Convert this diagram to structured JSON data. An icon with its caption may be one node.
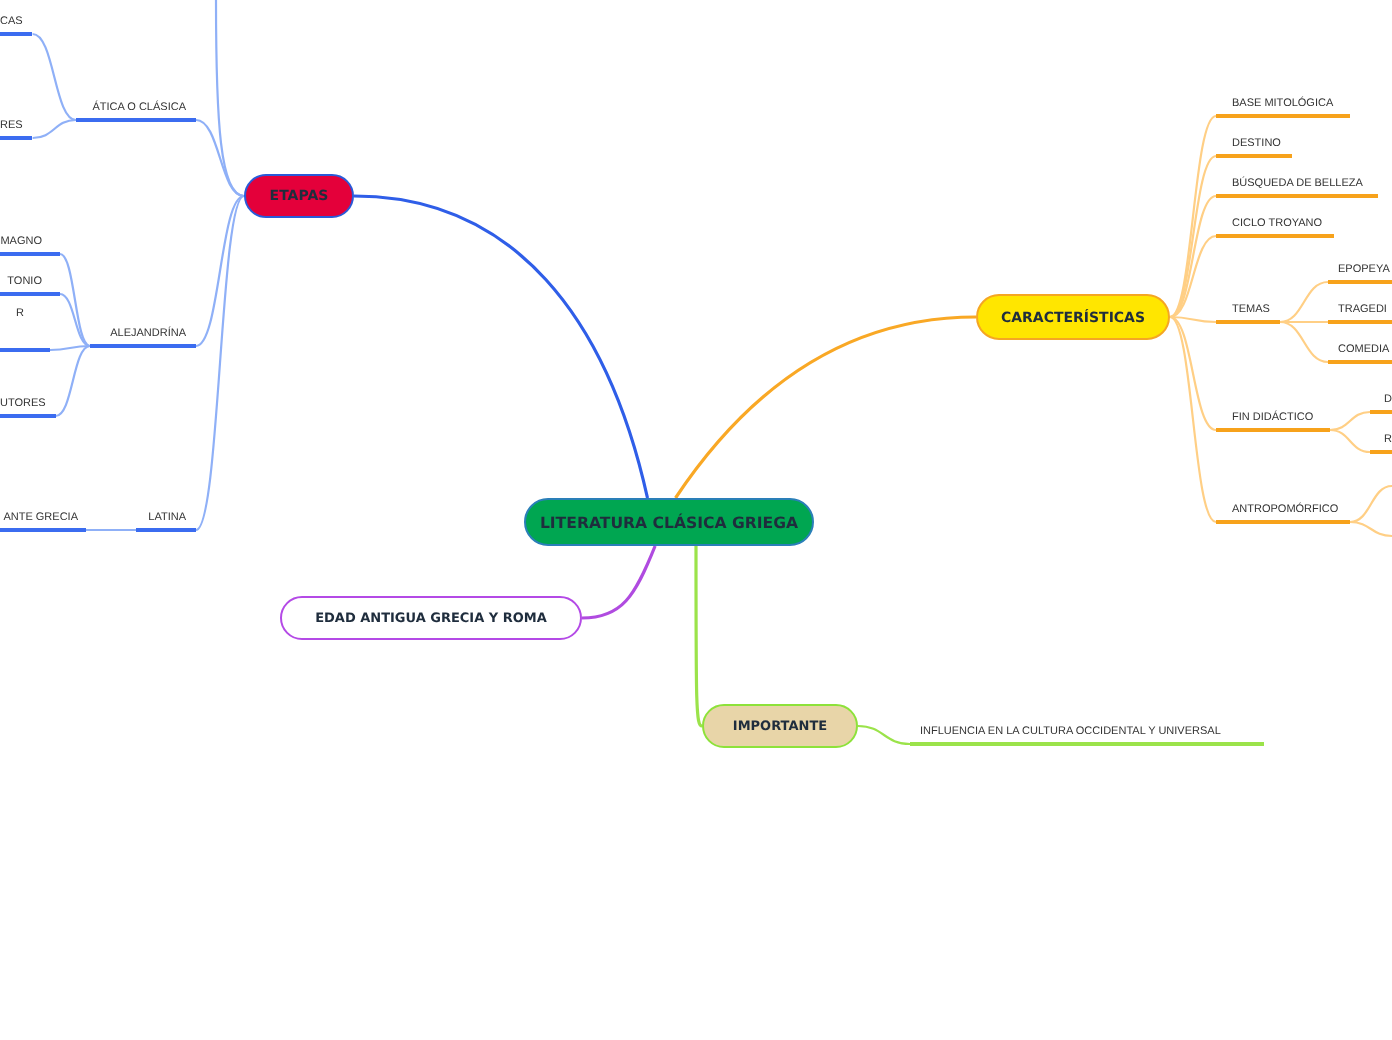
{
  "diagram": {
    "nodes": [
      {
        "text": [
          "LITERATURA CLÁSICA GRIEGA"
        ]
      },
      {
        "text": [
          "ETAPAS"
        ]
      },
      {
        "text": [
          "ÁTICA O CLÁSICA"
        ]
      },
      {
        "text": [
          "CAS"
        ]
      },
      {
        "text": [
          "RES"
        ]
      },
      {
        "text": [
          "ALEJANDRÍNA"
        ]
      },
      {
        "text": [
          "MAGNO"
        ]
      },
      {
        "text": [
          "TONIO"
        ]
      },
      {
        "text": [
          "R"
        ]
      },
      {
        "text": [
          "UTORES"
        ]
      },
      {
        "text": [
          "LATINA"
        ]
      },
      {
        "text": [
          "ANTE GRECIA"
        ]
      },
      {
        "text": [
          "EDAD ANTIGUA GRECIA Y ROMA"
        ]
      },
      {
        "text": [
          "CARACTERÍSTICAS"
        ]
      },
      {
        "text": [
          "BASE MITOLÓGICA"
        ]
      },
      {
        "text": [
          "DESTINO"
        ]
      },
      {
        "text": [
          "BÚSQUEDA DE BELLEZA"
        ]
      },
      {
        "text": [
          "CICLO TROYANO"
        ]
      },
      {
        "text": [
          "TEMAS"
        ]
      },
      {
        "text": [
          "EPOPEYA"
        ]
      },
      {
        "text": [
          "TRAGEDI"
        ]
      },
      {
        "text": [
          "COMEDIA"
        ]
      },
      {
        "text": [
          "FIN DIDÁCTICO"
        ]
      },
      {
        "text": [
          "D"
        ]
      },
      {
        "text": [
          "R"
        ]
      },
      {
        "text": [
          "ANTROPOMÓRFICO"
        ]
      },
      {
        "text": [
          "IMPORTANTE"
        ]
      },
      {
        "text": [
          "INFLUENCIA EN LA CULTURA OCCIDENTAL Y UNIVERSAL"
        ]
      }
    ],
    "edges": [
      {
        "from": 0,
        "to": 1,
        "arrow": "none",
        "color": "#2f5ee8"
      },
      {
        "from": 1,
        "to": 2,
        "arrow": "none",
        "color": "#8fb0f7"
      },
      {
        "from": 2,
        "to": 3,
        "arrow": "none",
        "color": "#8fb0f7"
      },
      {
        "from": 2,
        "to": 4,
        "arrow": "none",
        "color": "#8fb0f7"
      },
      {
        "from": 1,
        "to": 5,
        "arrow": "none",
        "color": "#8fb0f7"
      },
      {
        "from": 5,
        "to": 6,
        "arrow": "none",
        "color": "#8fb0f7"
      },
      {
        "from": 5,
        "to": 7,
        "arrow": "none",
        "color": "#8fb0f7"
      },
      {
        "from": 5,
        "to": 8,
        "arrow": "none",
        "color": "#8fb0f7"
      },
      {
        "from": 5,
        "to": 9,
        "arrow": "none",
        "color": "#8fb0f7"
      },
      {
        "from": 1,
        "to": 10,
        "arrow": "none",
        "color": "#8fb0f7"
      },
      {
        "from": 10,
        "to": 11,
        "arrow": "none",
        "color": "#8fb0f7"
      },
      {
        "from": 1,
        "to": null,
        "arrow": "none",
        "color": "#8fb0f7"
      },
      {
        "from": 0,
        "to": 12,
        "arrow": "none",
        "color": "#b04be0"
      },
      {
        "from": 0,
        "to": 13,
        "arrow": "none",
        "color": "#f9a825"
      },
      {
        "from": 13,
        "to": 14,
        "arrow": "none"
      },
      {
        "from": 13,
        "to": 15,
        "arrow": "none"
      },
      {
        "from": 13,
        "to": 16,
        "arrow": "none"
      },
      {
        "from": 13,
        "to": 17,
        "arrow": "none"
      },
      {
        "from": 13,
        "to": 18,
        "arrow": "none"
      },
      {
        "from": 18,
        "to": 19,
        "arrow": "none"
      },
      {
        "from": 18,
        "to": 20,
        "arrow": "none"
      },
      {
        "from": 18,
        "to": 21,
        "arrow": "none"
      },
      {
        "from": 13,
        "to": 22,
        "arrow": "none"
      },
      {
        "from": 22,
        "to": 23,
        "arrow": "none"
      },
      {
        "from": 22,
        "to": 24,
        "arrow": "none"
      },
      {
        "from": 13,
        "to": 25,
        "arrow": "none"
      },
      {
        "from": 25,
        "to": null,
        "arrow": "none"
      },
      {
        "from": 25,
        "to": null,
        "arrow": "none"
      },
      {
        "from": 0,
        "to": 26,
        "arrow": "none",
        "color": "#9be34a"
      },
      {
        "from": 26,
        "to": 27,
        "arrow": "none",
        "color": "#9be34a"
      }
    ]
  }
}
